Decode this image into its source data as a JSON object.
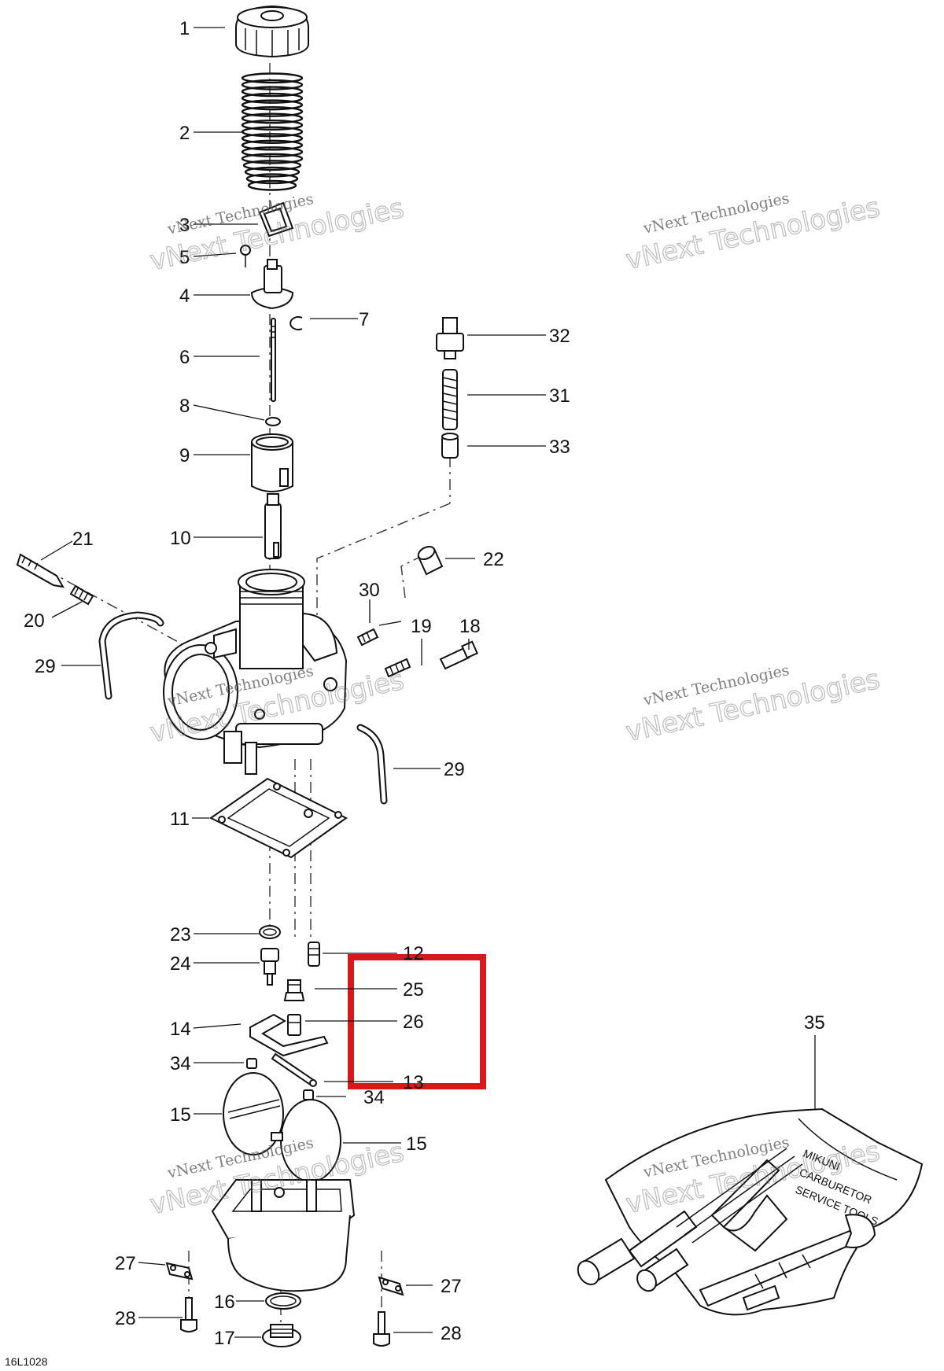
{
  "diagram": {
    "reference_code": "16L1028",
    "callouts": [
      "1",
      "2",
      "3",
      "5",
      "4",
      "7",
      "6",
      "8",
      "9",
      "10",
      "32",
      "31",
      "33",
      "21",
      "22",
      "20",
      "30",
      "19",
      "18",
      "29",
      "29",
      "11",
      "23",
      "12",
      "24",
      "25",
      "26",
      "14",
      "34",
      "13",
      "34",
      "15",
      "15",
      "27",
      "27",
      "16",
      "28",
      "17",
      "28",
      "35"
    ],
    "watermark": {
      "line1": "vNext Technologies",
      "line2": "vNext Technologies"
    },
    "kit_label": [
      "MIKUNI",
      "CARBURETOR",
      "SERVICE TOOLS"
    ],
    "highlight": {
      "color": "#d9181e",
      "label": "highlight-box"
    }
  }
}
